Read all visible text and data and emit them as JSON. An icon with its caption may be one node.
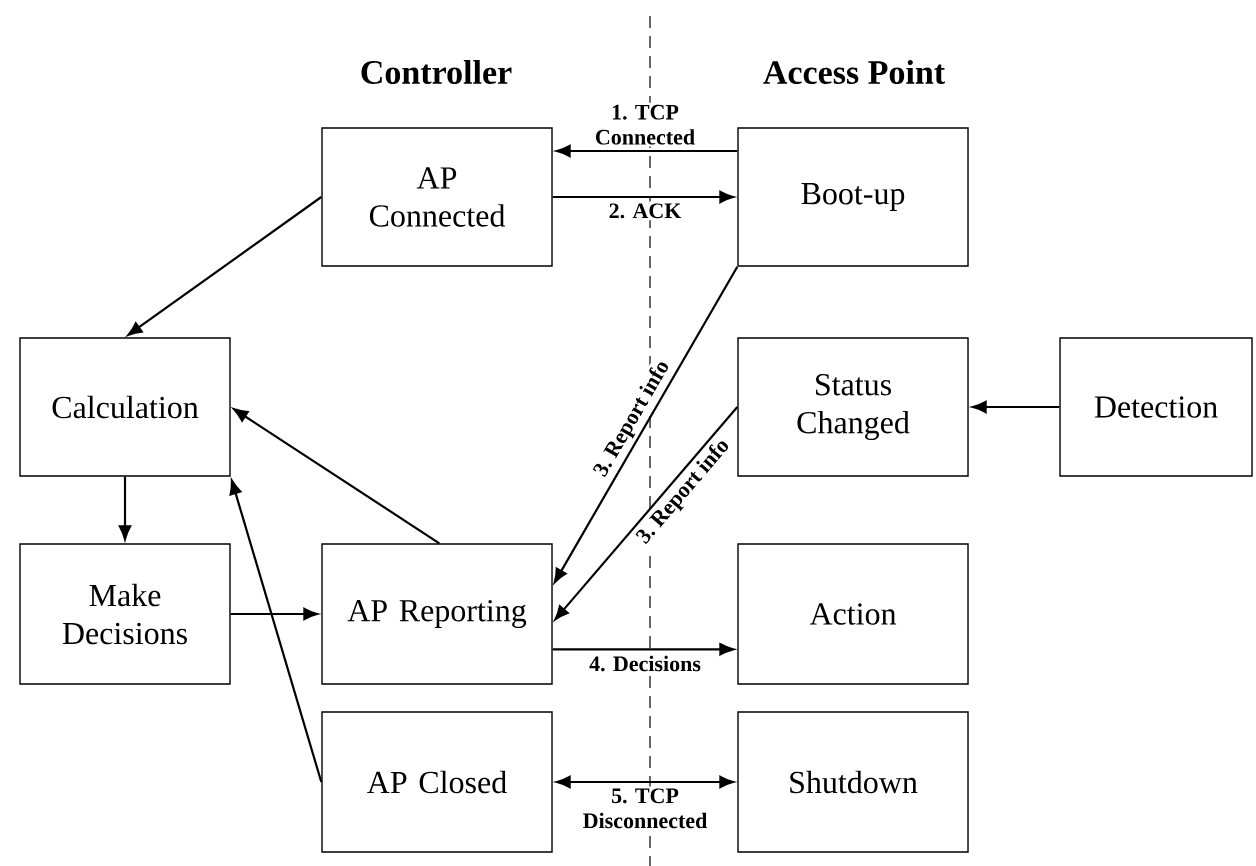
{
  "diagram": {
    "nodes": [
      {
        "text": [
          "AP Connected"
        ]
      },
      {
        "text": [
          "Boot-up"
        ]
      },
      {
        "text": [
          "Calculation"
        ]
      },
      {
        "text": [
          "Status Changed"
        ]
      },
      {
        "text": [
          "Detection"
        ]
      },
      {
        "text": [
          "Make Decisions"
        ]
      },
      {
        "text": [
          "AP Reporting"
        ]
      },
      {
        "text": [
          "Action"
        ]
      },
      {
        "text": [
          "AP Closed"
        ]
      },
      {
        "text": [
          "Shutdown"
        ]
      }
    ],
    "edges": [
      {
        "from": 1,
        "to": 0,
        "arrow": "to",
        "label": "1. TCP Connected"
      },
      {
        "from": 0,
        "to": 1,
        "arrow": "to",
        "label": "2. ACK"
      },
      {
        "from": 0,
        "to": 2,
        "arrow": "to"
      },
      {
        "from": 1,
        "to": 6,
        "arrow": "to",
        "label": "3. Report info"
      },
      {
        "from": 3,
        "to": 6,
        "arrow": "to",
        "label": "3. Report info"
      },
      {
        "from": 4,
        "to": 3,
        "arrow": "to"
      },
      {
        "from": 2,
        "to": 5,
        "arrow": "to"
      },
      {
        "from": 5,
        "to": 6,
        "arrow": "to"
      },
      {
        "from": 6,
        "to": 2,
        "arrow": "to"
      },
      {
        "from": 8,
        "to": 2,
        "arrow": "to"
      },
      {
        "from": 6,
        "to": 7,
        "arrow": "to",
        "label": "4. Decisions"
      },
      {
        "from": 8,
        "to": 9,
        "arrow": "both",
        "label": "5. TCP Disconnected"
      }
    ],
    "labels": [
      "Controller",
      "Access Point"
    ]
  }
}
